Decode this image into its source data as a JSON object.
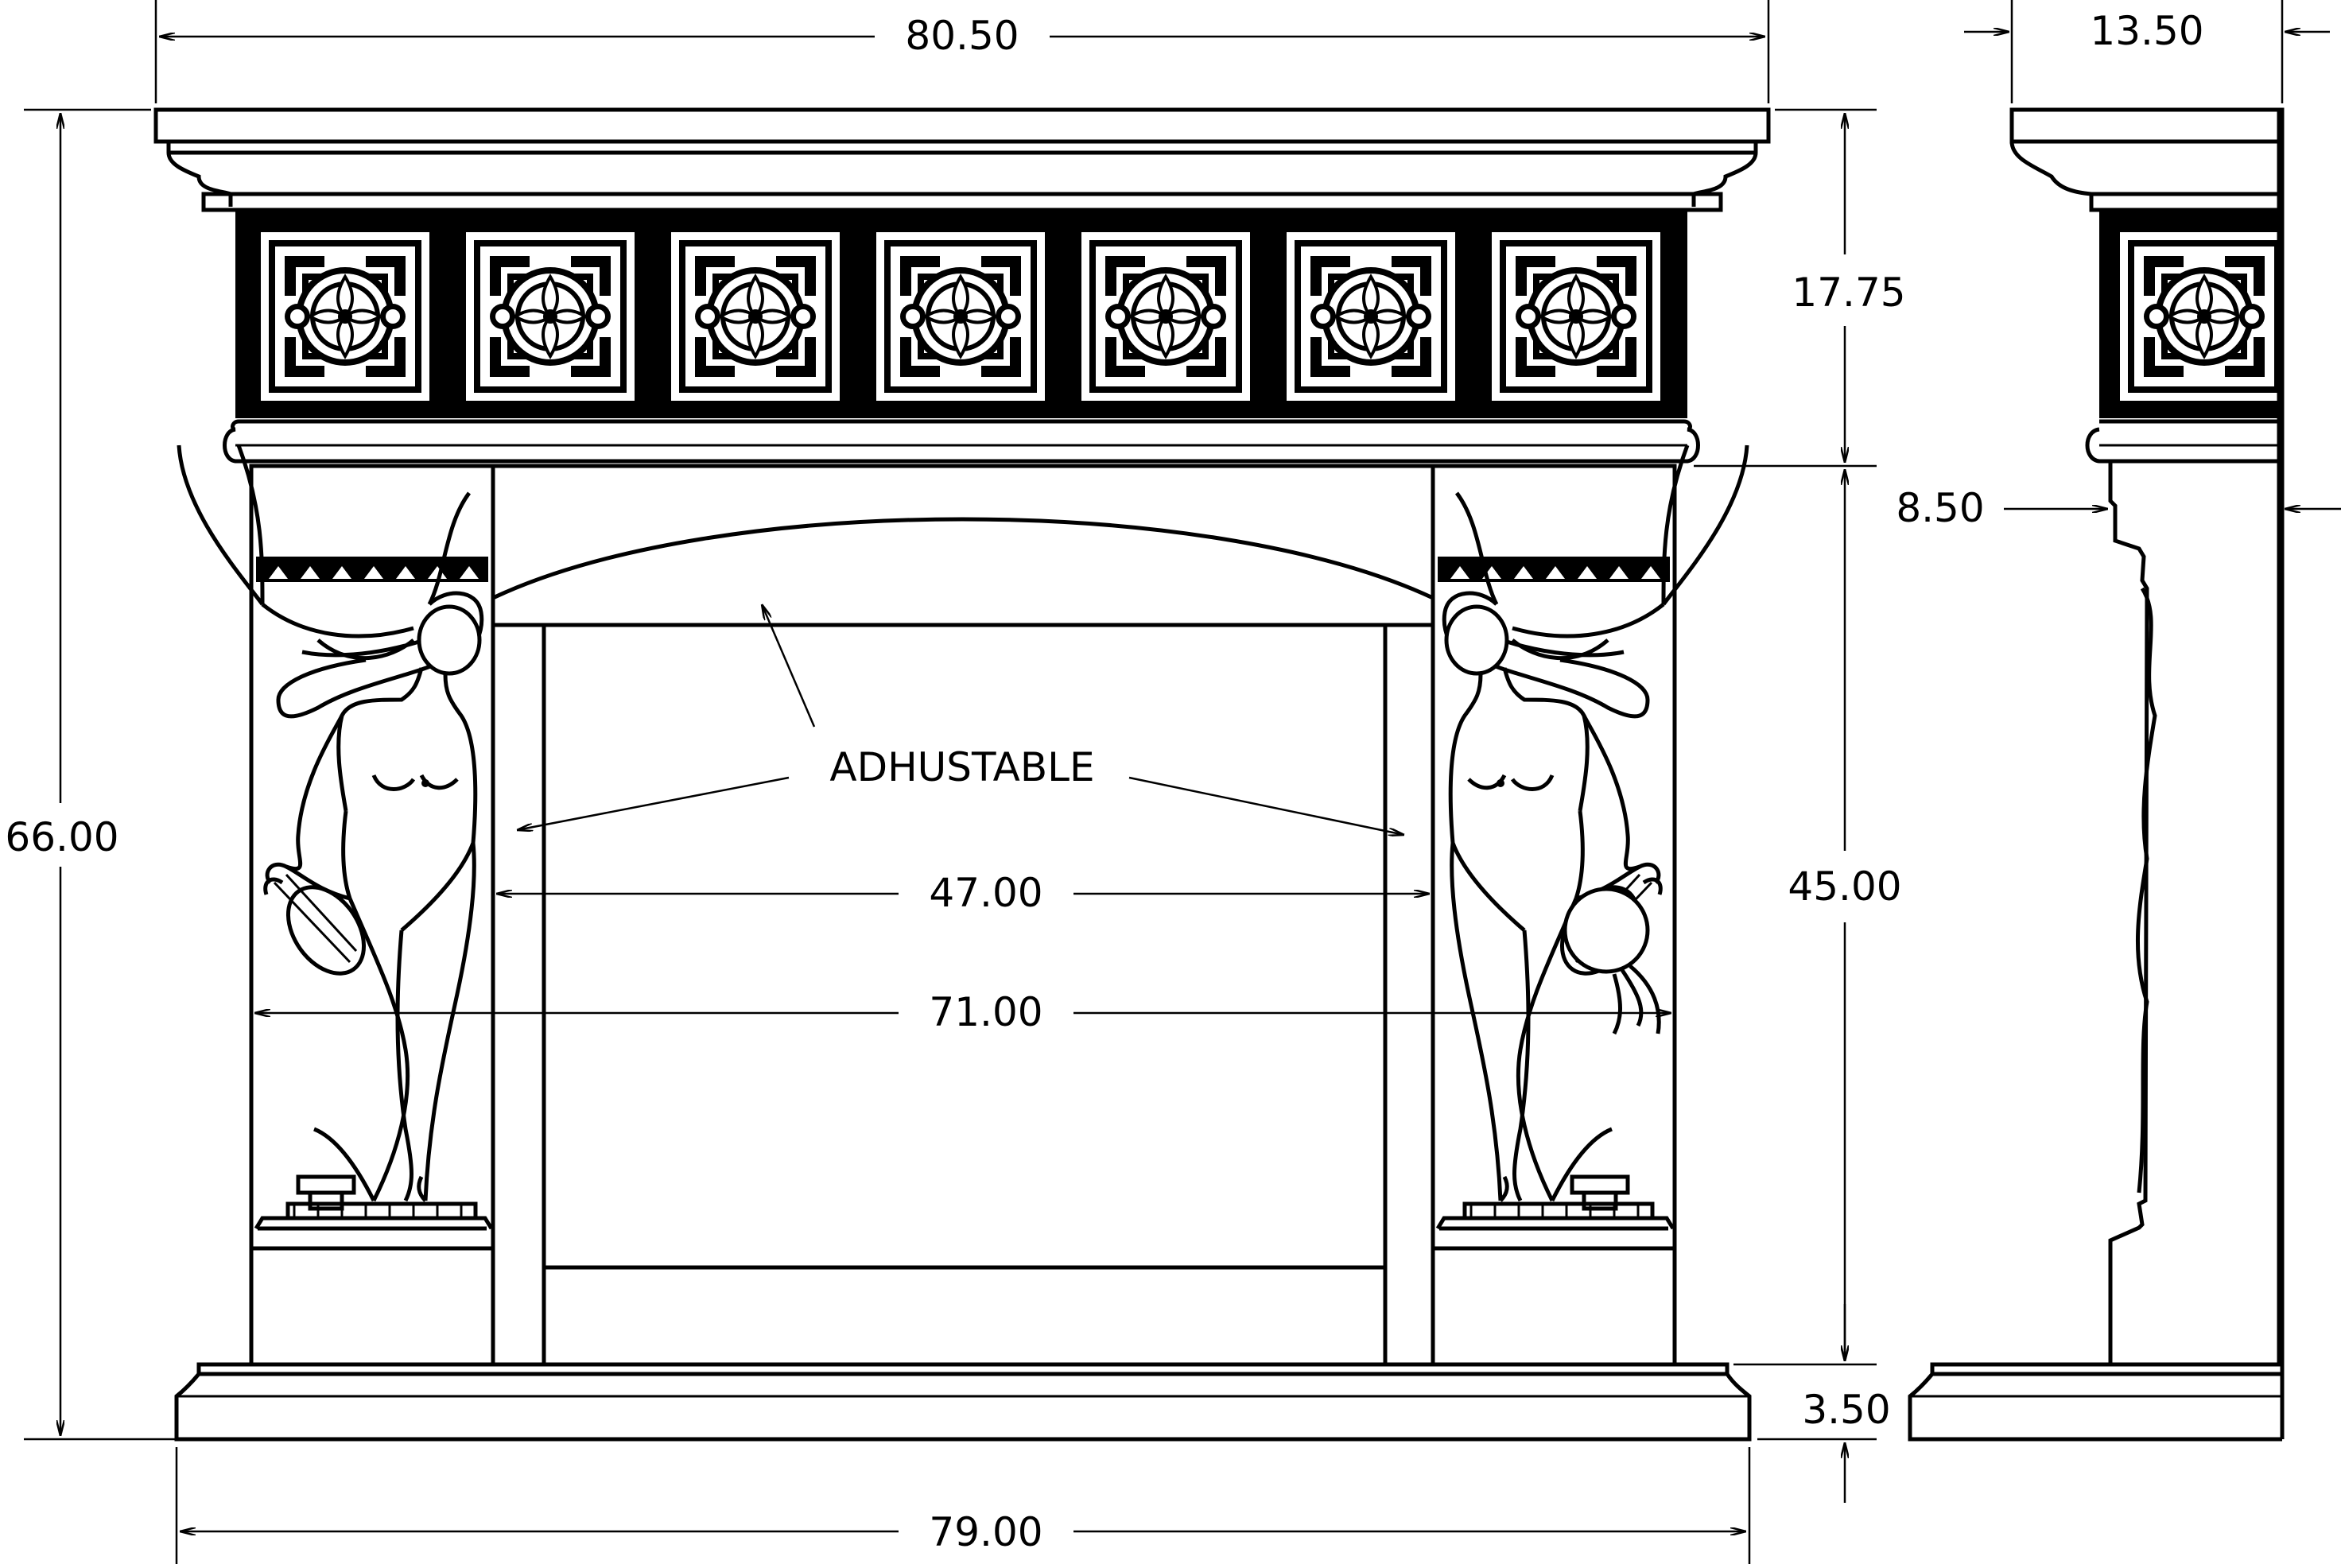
{
  "dimensions": {
    "top_width": "80.50",
    "side_depth": "13.50",
    "frieze_height": "17.75",
    "side_inset": "8.50",
    "overall_height": "66.00",
    "opening_height": "45.00",
    "inner_opening_width": "47.00",
    "outer_opening_width": "71.00",
    "hearth_height": "3.50",
    "base_width": "79.00"
  },
  "annotations": {
    "adjustable": "ADHUSTABLE"
  },
  "colors": {
    "line": "#000000",
    "background": "#ffffff"
  }
}
